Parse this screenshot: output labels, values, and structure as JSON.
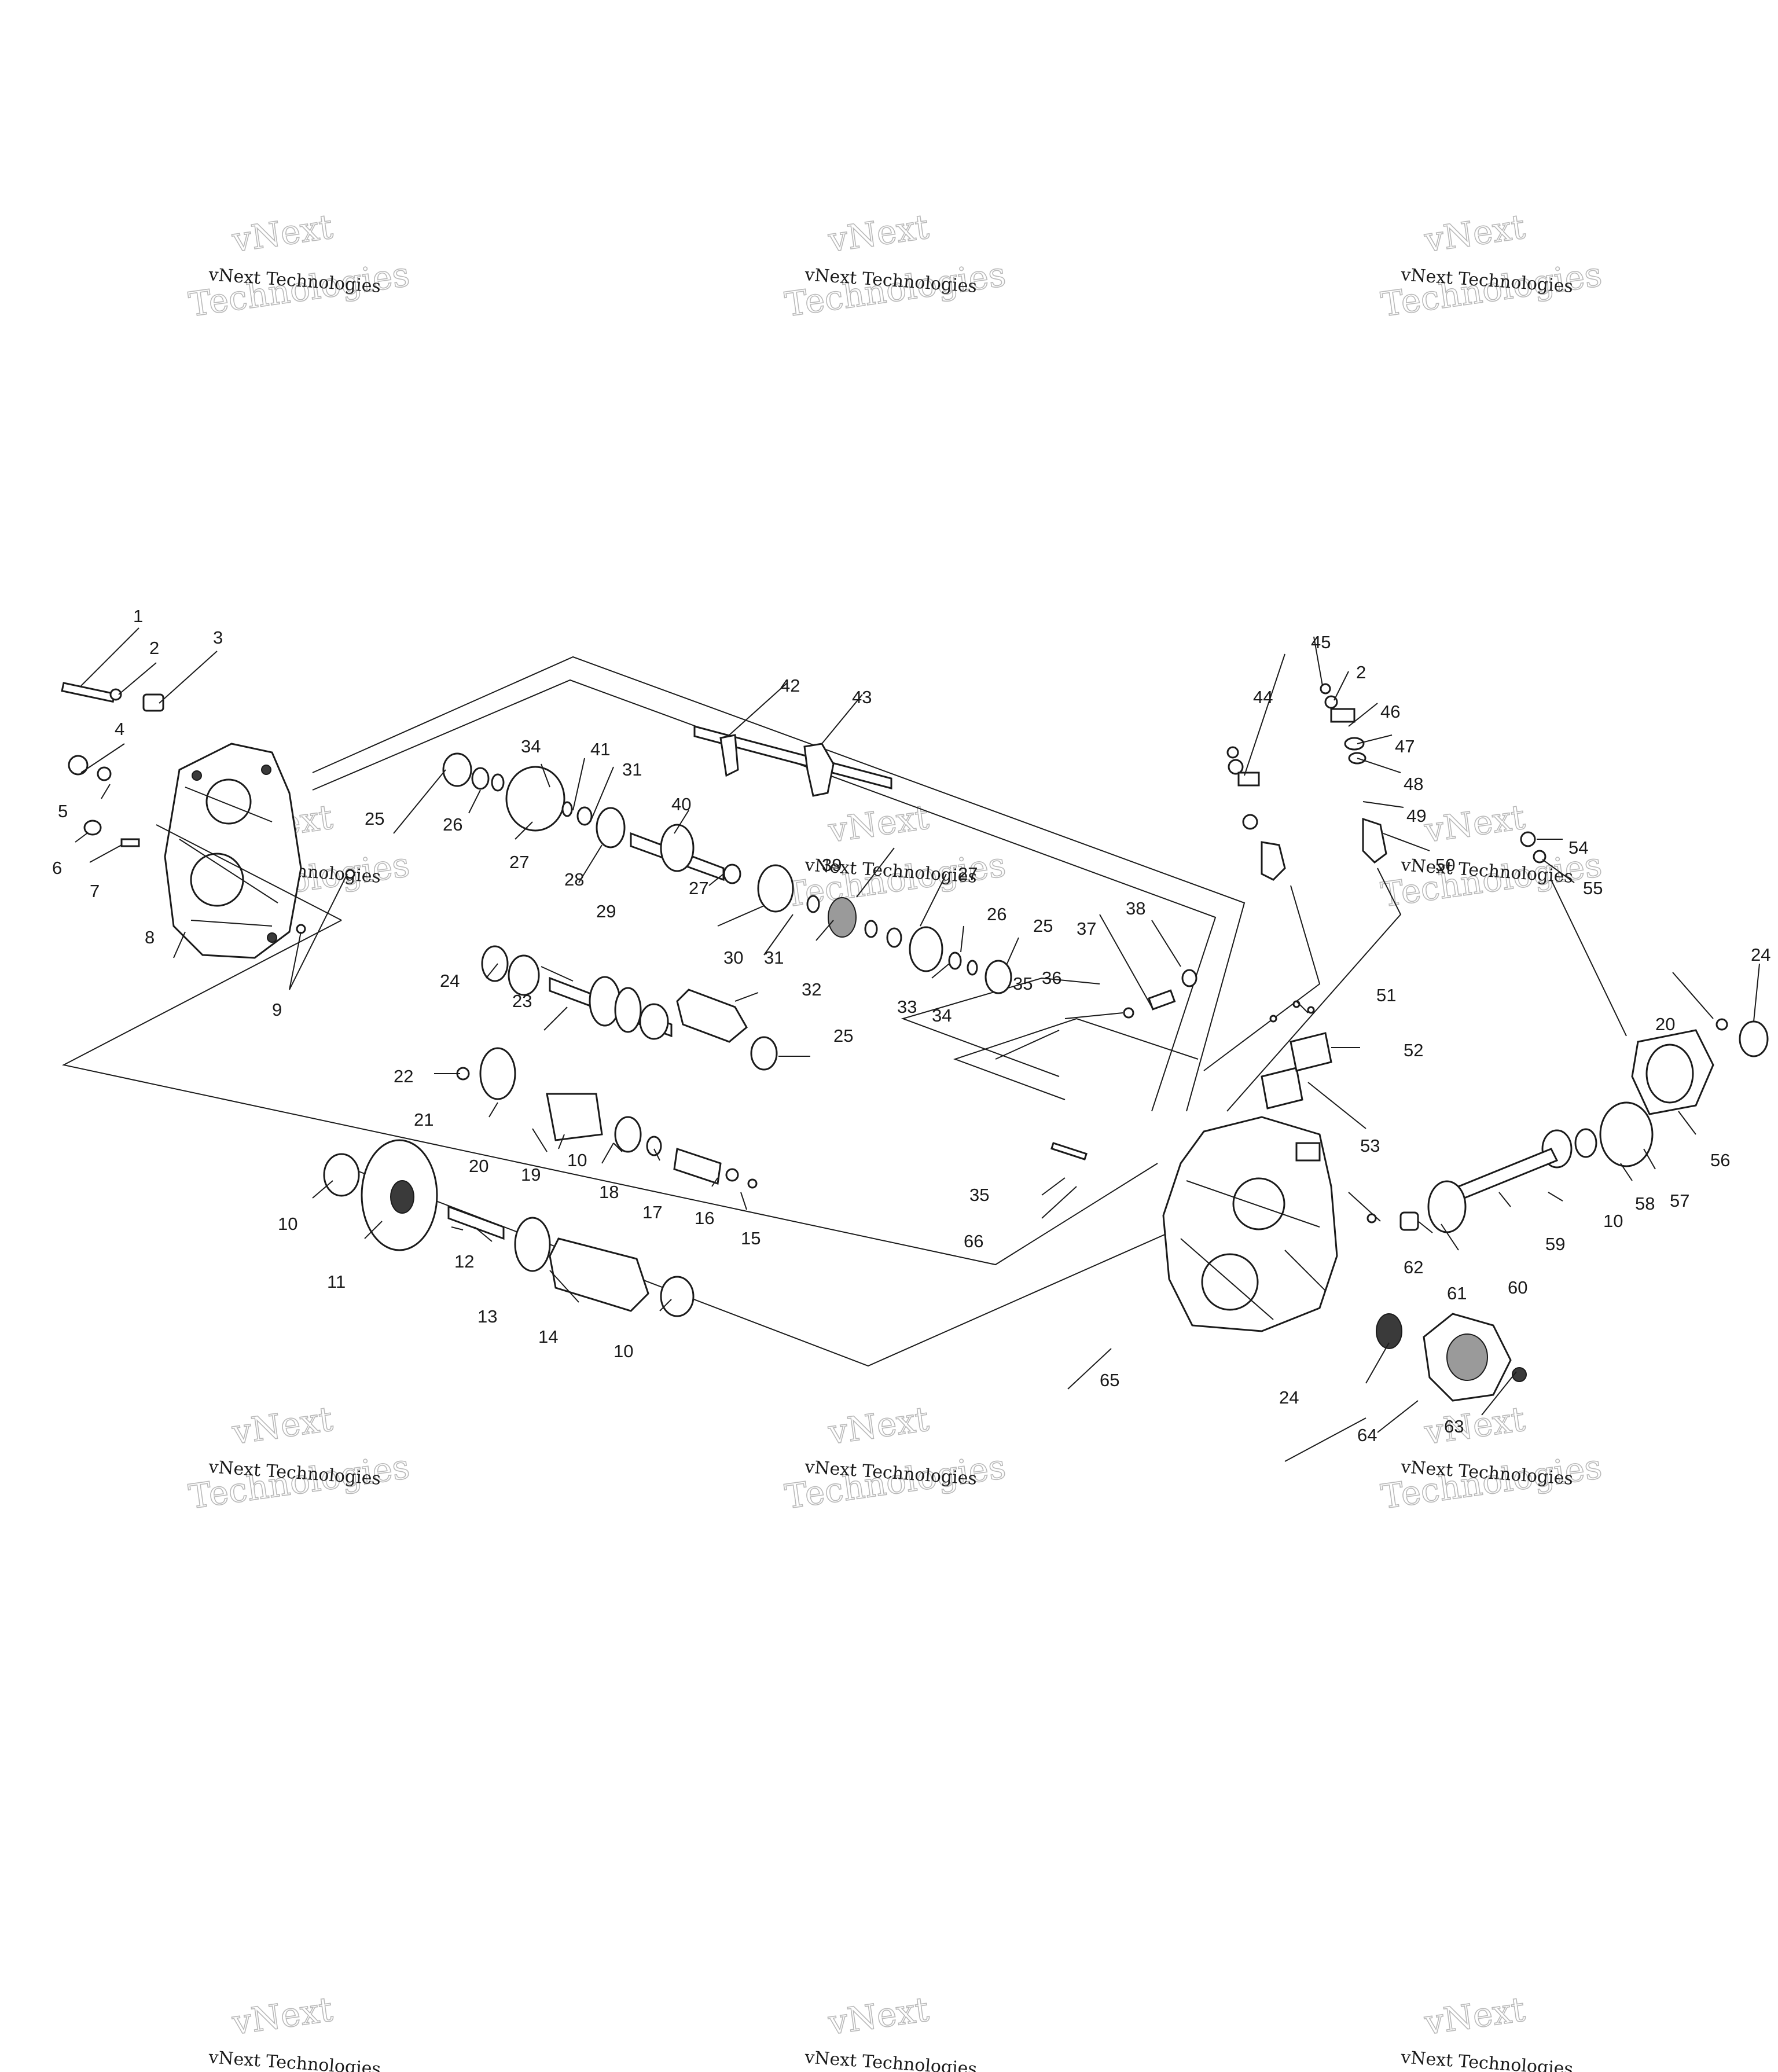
{
  "diagram": {
    "callouts": [
      {
        "id": "c1",
        "text": "1"
      },
      {
        "id": "c2a",
        "text": "2"
      },
      {
        "id": "c3",
        "text": "3"
      },
      {
        "id": "c4",
        "text": "4"
      },
      {
        "id": "c5",
        "text": "5"
      },
      {
        "id": "c6",
        "text": "6"
      },
      {
        "id": "c7",
        "text": "7"
      },
      {
        "id": "c8",
        "text": "8"
      },
      {
        "id": "c9",
        "text": "9"
      },
      {
        "id": "c10a",
        "text": "10"
      },
      {
        "id": "c10b",
        "text": "10"
      },
      {
        "id": "c10c",
        "text": "10"
      },
      {
        "id": "c10d",
        "text": "10"
      },
      {
        "id": "c11",
        "text": "11"
      },
      {
        "id": "c12",
        "text": "12"
      },
      {
        "id": "c13",
        "text": "13"
      },
      {
        "id": "c14",
        "text": "14"
      },
      {
        "id": "c15",
        "text": "15"
      },
      {
        "id": "c16",
        "text": "16"
      },
      {
        "id": "c17",
        "text": "17"
      },
      {
        "id": "c18",
        "text": "18"
      },
      {
        "id": "c19",
        "text": "19"
      },
      {
        "id": "c20a",
        "text": "20"
      },
      {
        "id": "c20b",
        "text": "20"
      },
      {
        "id": "c21",
        "text": "21"
      },
      {
        "id": "c22",
        "text": "22"
      },
      {
        "id": "c23",
        "text": "23"
      },
      {
        "id": "c24a",
        "text": "24"
      },
      {
        "id": "c24b",
        "text": "24"
      },
      {
        "id": "c24c",
        "text": "24"
      },
      {
        "id": "c25a",
        "text": "25"
      },
      {
        "id": "c25b",
        "text": "25"
      },
      {
        "id": "c25c",
        "text": "25"
      },
      {
        "id": "c26a",
        "text": "26"
      },
      {
        "id": "c26b",
        "text": "26"
      },
      {
        "id": "c27a",
        "text": "27"
      },
      {
        "id": "c27b",
        "text": "27"
      },
      {
        "id": "c27c",
        "text": "27"
      },
      {
        "id": "c28",
        "text": "28"
      },
      {
        "id": "c29",
        "text": "29"
      },
      {
        "id": "c30",
        "text": "30"
      },
      {
        "id": "c31a",
        "text": "31"
      },
      {
        "id": "c31b",
        "text": "31"
      },
      {
        "id": "c32",
        "text": "32"
      },
      {
        "id": "c33",
        "text": "33"
      },
      {
        "id": "c34a",
        "text": "34"
      },
      {
        "id": "c34b",
        "text": "34"
      },
      {
        "id": "c35a",
        "text": "35"
      },
      {
        "id": "c35b",
        "text": "35"
      },
      {
        "id": "c36",
        "text": "36"
      },
      {
        "id": "c37",
        "text": "37"
      },
      {
        "id": "c38",
        "text": "38"
      },
      {
        "id": "c39",
        "text": "39"
      },
      {
        "id": "c40",
        "text": "40"
      },
      {
        "id": "c41",
        "text": "41"
      },
      {
        "id": "c42",
        "text": "42"
      },
      {
        "id": "c43",
        "text": "43"
      },
      {
        "id": "c44",
        "text": "44"
      },
      {
        "id": "c45",
        "text": "45"
      },
      {
        "id": "c2b",
        "text": "2"
      },
      {
        "id": "c46",
        "text": "46"
      },
      {
        "id": "c47",
        "text": "47"
      },
      {
        "id": "c48",
        "text": "48"
      },
      {
        "id": "c49",
        "text": "49"
      },
      {
        "id": "c50",
        "text": "50"
      },
      {
        "id": "c51",
        "text": "51"
      },
      {
        "id": "c52",
        "text": "52"
      },
      {
        "id": "c53",
        "text": "53"
      },
      {
        "id": "c54",
        "text": "54"
      },
      {
        "id": "c55",
        "text": "55"
      },
      {
        "id": "c56",
        "text": "56"
      },
      {
        "id": "c57",
        "text": "57"
      },
      {
        "id": "c58",
        "text": "58"
      },
      {
        "id": "c59",
        "text": "59"
      },
      {
        "id": "c60",
        "text": "60"
      },
      {
        "id": "c61",
        "text": "61"
      },
      {
        "id": "c62",
        "text": "62"
      },
      {
        "id": "c63",
        "text": "63"
      },
      {
        "id": "c64",
        "text": "64"
      },
      {
        "id": "c65",
        "text": "65"
      },
      {
        "id": "c66",
        "text": "66"
      }
    ]
  },
  "watermark": {
    "line1": "vNext Technologies",
    "big_top": "vNext",
    "big_bottom": "Technologies"
  }
}
